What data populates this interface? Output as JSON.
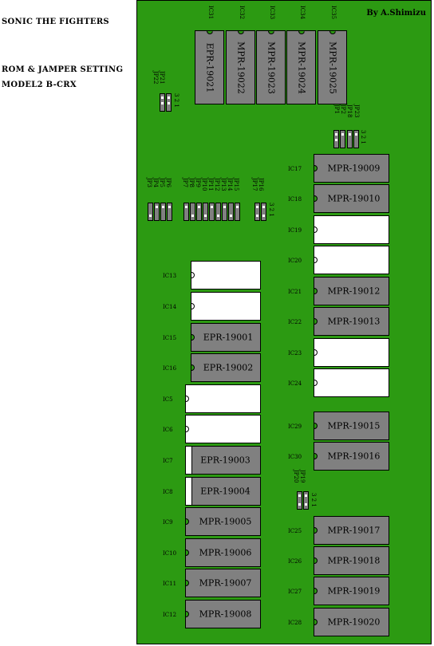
{
  "header": {
    "title1": "SONIC THE FIGHTERS",
    "title2": "ROM & JAMPER SETTING",
    "title3": "MODEL2 B-CRX",
    "author": "By A.Shimizu"
  },
  "top_chips": [
    {
      "ic": "IC31",
      "label": "EPR-19021"
    },
    {
      "ic": "IC32",
      "label": "MPR-19022"
    },
    {
      "ic": "IC33",
      "label": "MPR-19023"
    },
    {
      "ic": "IC34",
      "label": "MPR-19024"
    },
    {
      "ic": "IC35",
      "label": "MPR-19025"
    }
  ],
  "right_chips": [
    {
      "ic": "IC17",
      "label": "MPR-19009",
      "filled": true
    },
    {
      "ic": "IC18",
      "label": "MPR-19010",
      "filled": true
    },
    {
      "ic": "IC19",
      "label": "",
      "filled": false
    },
    {
      "ic": "IC20",
      "label": "",
      "filled": false
    },
    {
      "ic": "IC21",
      "label": "MPR-19012",
      "filled": true
    },
    {
      "ic": "IC22",
      "label": "MPR-19013",
      "filled": true
    },
    {
      "ic": "IC23",
      "label": "",
      "filled": false
    },
    {
      "ic": "IC24",
      "label": "",
      "filled": false
    },
    {
      "ic": "IC29",
      "label": "MPR-19015",
      "filled": true
    },
    {
      "ic": "IC30",
      "label": "MPR-19016",
      "filled": true
    },
    {
      "ic": "IC25",
      "label": "MPR-19017",
      "filled": true
    },
    {
      "ic": "IC26",
      "label": "MPR-19018",
      "filled": true
    },
    {
      "ic": "IC27",
      "label": "MPR-19019",
      "filled": true
    },
    {
      "ic": "IC28",
      "label": "MPR-19020",
      "filled": true
    }
  ],
  "left_chips_upper": [
    {
      "ic": "IC13",
      "label": "",
      "filled": false
    },
    {
      "ic": "IC14",
      "label": "",
      "filled": false
    },
    {
      "ic": "IC15",
      "label": "EPR-19001",
      "filled": true
    },
    {
      "ic": "IC16",
      "label": "EPR-19002",
      "filled": true
    }
  ],
  "left_chips_lower": [
    {
      "ic": "IC5",
      "label": "",
      "filled": false
    },
    {
      "ic": "IC6",
      "label": "",
      "filled": false
    },
    {
      "ic": "IC7",
      "label": "EPR-19003",
      "filled": true
    },
    {
      "ic": "IC8",
      "label": "EPR-19004",
      "filled": true
    },
    {
      "ic": "IC9",
      "label": "MPR-19005",
      "filled": true
    },
    {
      "ic": "IC10",
      "label": "MPR-19006",
      "filled": true
    },
    {
      "ic": "IC11",
      "label": "MPR-19007",
      "filled": true
    },
    {
      "ic": "IC12",
      "label": "MPR-19008",
      "filled": true
    }
  ],
  "jumpers": {
    "jp21_22": {
      "labels": [
        "JP21",
        "JP22"
      ],
      "pins": "3 2 1"
    },
    "jp_top_right": {
      "labels": [
        "JP1",
        "JP2",
        "JP18",
        "JP23"
      ],
      "pins": "3 2 1"
    },
    "jp_group_a": {
      "labels": [
        "JP3",
        "JP4",
        "JP5",
        "JP6"
      ]
    },
    "jp_group_b": {
      "labels": [
        "JP7",
        "JP8",
        "JP9",
        "JP10",
        "JP11",
        "JP12",
        "JP13",
        "JP14",
        "JP15"
      ]
    },
    "jp_group_c": {
      "labels": [
        "JP16",
        "JP17"
      ],
      "pins": "3 2 1"
    },
    "jp19_20": {
      "labels": [
        "JP19",
        "JP20"
      ],
      "pins": "3 2 1"
    }
  },
  "colors": {
    "board": "#2c9a12",
    "chip": "#808080",
    "empty": "#ffffff"
  }
}
